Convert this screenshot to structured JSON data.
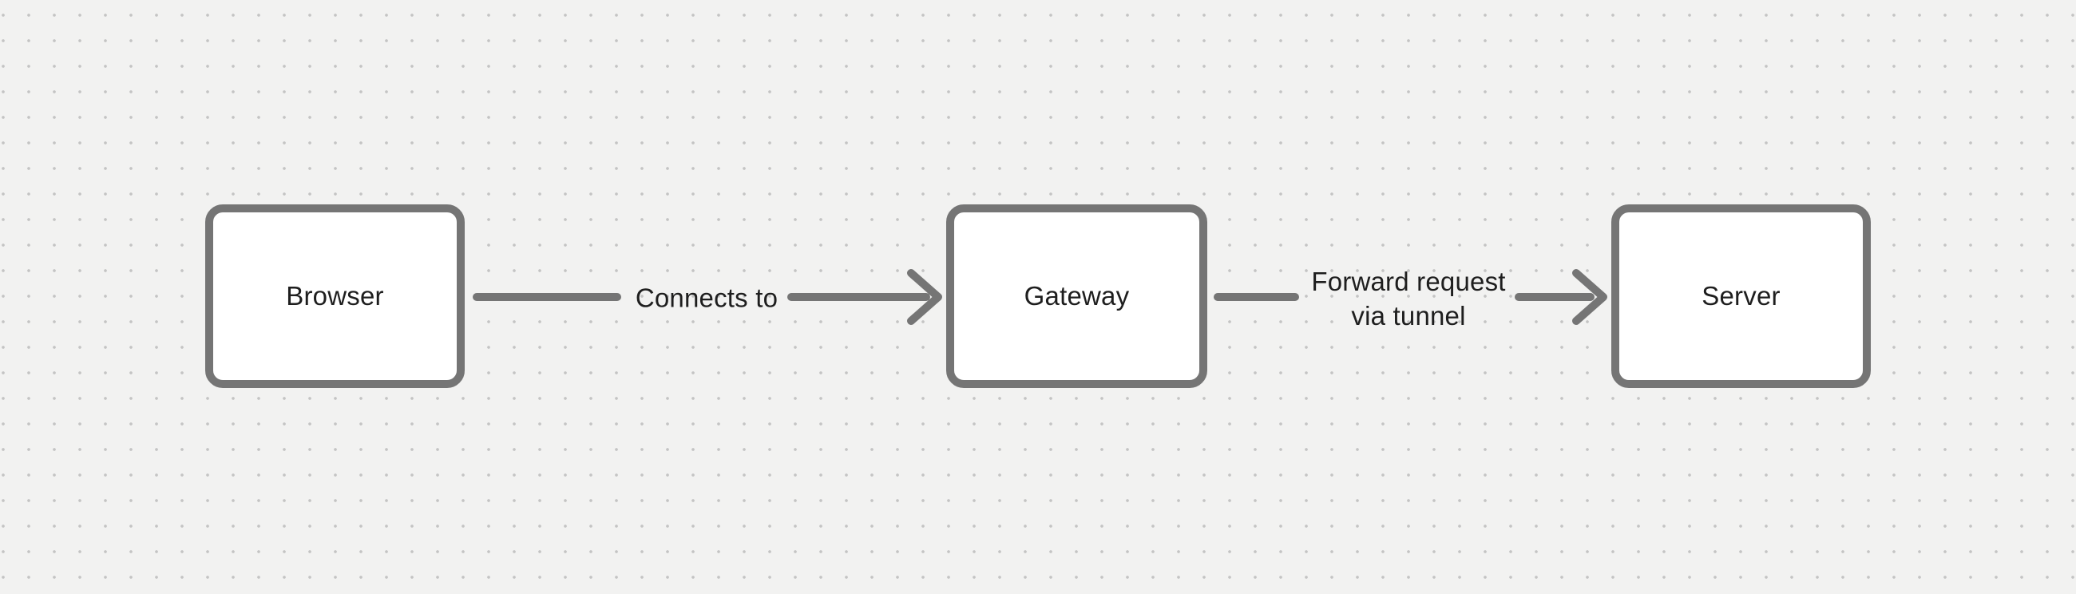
{
  "diagram": {
    "colors": {
      "canvas-bg": "#F2F2F1",
      "dot": "#C4C4C4",
      "stroke": "#757575",
      "node-fill": "#FFFFFF",
      "text": "#1E1E1E"
    },
    "nodes": [
      {
        "label": "Browser"
      },
      {
        "label": "Gateway"
      },
      {
        "label": "Server"
      }
    ],
    "edges": [
      {
        "from": "Browser",
        "to": "Gateway",
        "label": "Connects to"
      },
      {
        "from": "Gateway",
        "to": "Server",
        "label": "Forward request\nvia tunnel"
      }
    ]
  }
}
